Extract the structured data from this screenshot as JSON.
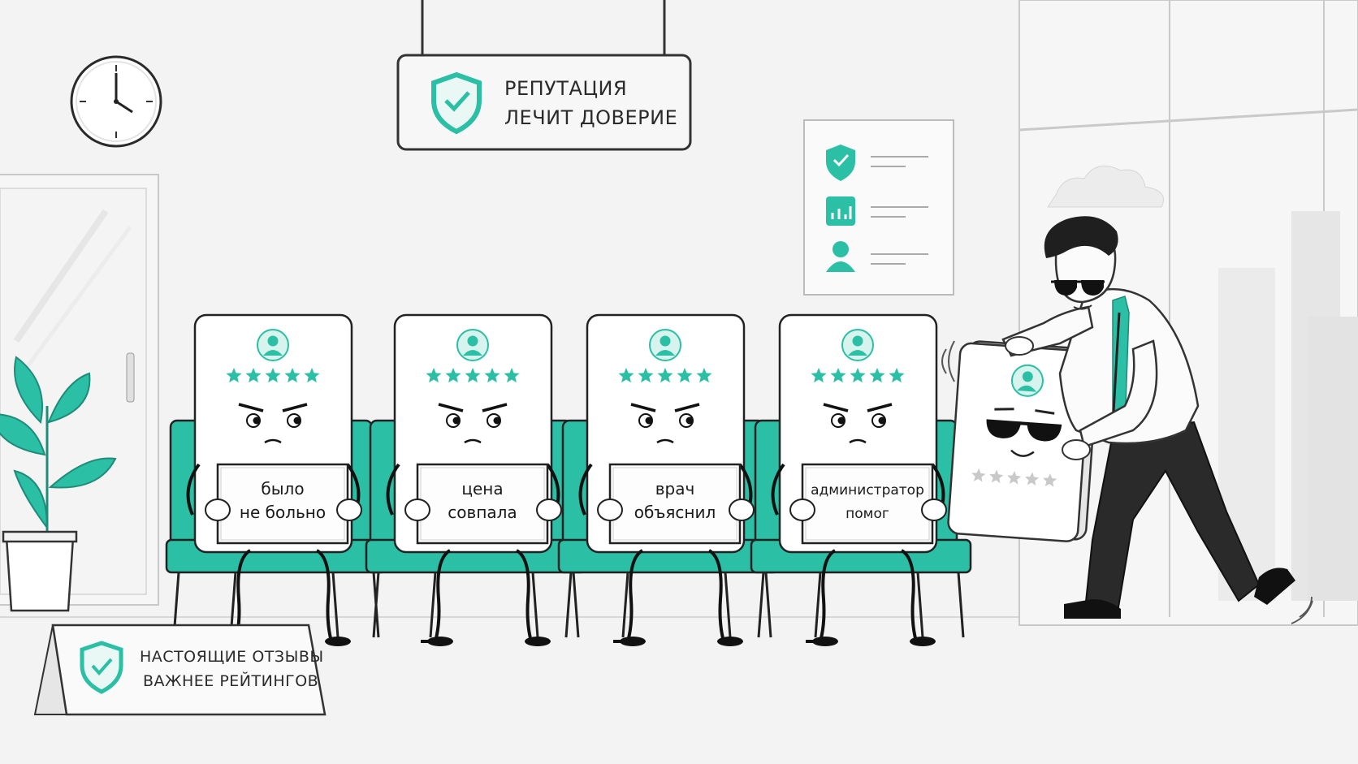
{
  "hanging_sign": {
    "line1": "РЕПУТАЦИЯ",
    "line2": "ЛЕЧИТ ДОВЕРИЕ"
  },
  "desk_sign": {
    "line1": "НАСТОЯЩИЕ ОТЗЫВЫ",
    "line2": "ВАЖНЕЕ РЕЙТИНГОВ"
  },
  "reviews": [
    {
      "line1": "было",
      "line2": "не больно",
      "stars": 5
    },
    {
      "line1": "цена",
      "line2": "совпала",
      "stars": 5
    },
    {
      "line1": "врач",
      "line2": "объяснил",
      "stars": 5
    },
    {
      "line1": "администратор",
      "line2": "помог",
      "stars": 5
    }
  ],
  "fake_review": {
    "stars": 0,
    "total_stars": 5
  },
  "colors": {
    "accent": "#2bbfa5",
    "chair": "#2bbfa5",
    "outline": "#222222",
    "wall": "#f3f3f3"
  },
  "icons": [
    "clock-icon",
    "shield-check-icon",
    "chart-icon",
    "user-icon",
    "star-icon",
    "plant-icon",
    "sunglasses-icon"
  ]
}
